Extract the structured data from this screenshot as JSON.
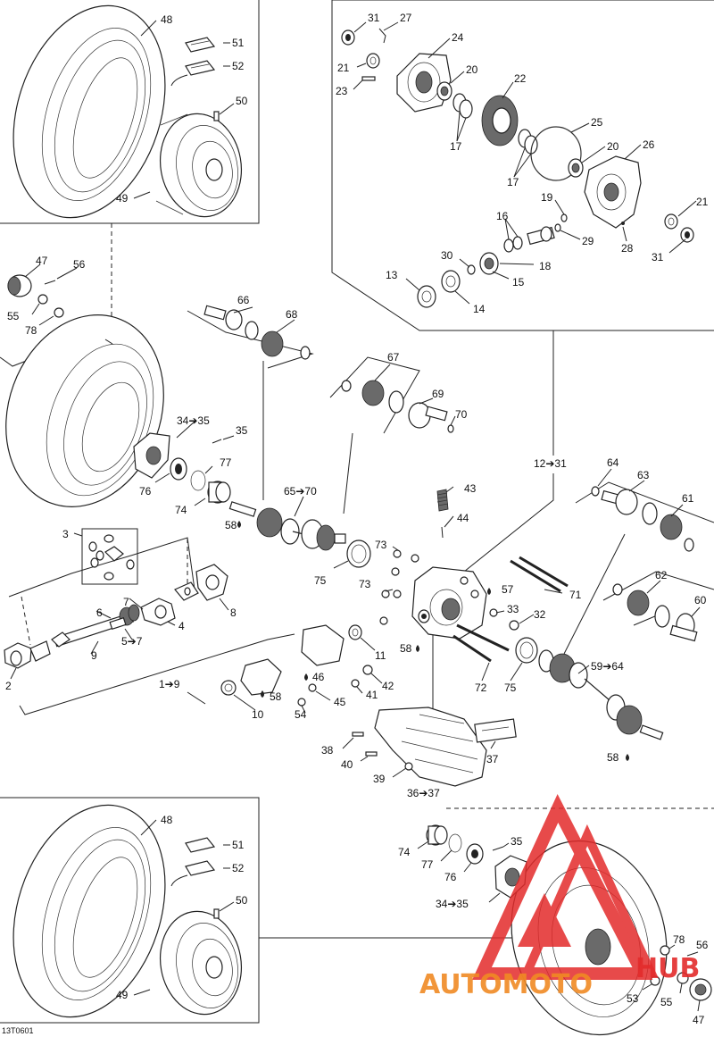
{
  "diagram_code": "13T0601",
  "watermark": {
    "part1": "AUTOMOTO",
    "part2": "HUB",
    "color1": "#f08a24",
    "color2": "#e32b2b"
  },
  "labels": [
    {
      "id": "l48a",
      "text": "48"
    },
    {
      "id": "l51a",
      "text": "51"
    },
    {
      "id": "l52a",
      "text": "52"
    },
    {
      "id": "l50a",
      "text": "50"
    },
    {
      "id": "l49a",
      "text": "49"
    },
    {
      "id": "l31a",
      "text": "31"
    },
    {
      "id": "l27",
      "text": "27"
    },
    {
      "id": "l24",
      "text": "24"
    },
    {
      "id": "l21a",
      "text": "21"
    },
    {
      "id": "l20a",
      "text": "20"
    },
    {
      "id": "l23",
      "text": "23"
    },
    {
      "id": "l22",
      "text": "22"
    },
    {
      "id": "l17a",
      "text": "17"
    },
    {
      "id": "l25",
      "text": "25"
    },
    {
      "id": "l20b",
      "text": "20"
    },
    {
      "id": "l26",
      "text": "26"
    },
    {
      "id": "l17b",
      "text": "17"
    },
    {
      "id": "l19",
      "text": "19"
    },
    {
      "id": "l21b",
      "text": "21"
    },
    {
      "id": "l16",
      "text": "16"
    },
    {
      "id": "l29",
      "text": "29"
    },
    {
      "id": "l28",
      "text": "28"
    },
    {
      "id": "l31b",
      "text": "31"
    },
    {
      "id": "l30",
      "text": "30"
    },
    {
      "id": "l18",
      "text": "18"
    },
    {
      "id": "l13",
      "text": "13"
    },
    {
      "id": "l15",
      "text": "15"
    },
    {
      "id": "l14",
      "text": "14"
    },
    {
      "id": "l47a",
      "text": "47"
    },
    {
      "id": "l56a",
      "text": "56"
    },
    {
      "id": "l55a",
      "text": "55"
    },
    {
      "id": "l78a",
      "text": "78"
    },
    {
      "id": "l66",
      "text": "66"
    },
    {
      "id": "l68",
      "text": "68"
    },
    {
      "id": "l67",
      "text": "67"
    },
    {
      "id": "l69",
      "text": "69"
    },
    {
      "id": "l70",
      "text": "70"
    },
    {
      "id": "l34a",
      "text": "34➔35"
    },
    {
      "id": "l35a",
      "text": "35"
    },
    {
      "id": "l77a",
      "text": "77"
    },
    {
      "id": "l76a",
      "text": "76"
    },
    {
      "id": "l74a",
      "text": "74"
    },
    {
      "id": "l58a",
      "text": "58"
    },
    {
      "id": "l65",
      "text": "65➔70"
    },
    {
      "id": "l12",
      "text": "12➔31"
    },
    {
      "id": "l64",
      "text": "64"
    },
    {
      "id": "l63",
      "text": "63"
    },
    {
      "id": "l61",
      "text": "61"
    },
    {
      "id": "l43",
      "text": "43"
    },
    {
      "id": "l44",
      "text": "44"
    },
    {
      "id": "l3",
      "text": "3"
    },
    {
      "id": "l75a",
      "text": "75"
    },
    {
      "id": "l73a",
      "text": "73"
    },
    {
      "id": "l73b",
      "text": "73"
    },
    {
      "id": "l57",
      "text": "57"
    },
    {
      "id": "l71",
      "text": "71"
    },
    {
      "id": "l62",
      "text": "62"
    },
    {
      "id": "l60",
      "text": "60"
    },
    {
      "id": "l7",
      "text": "7"
    },
    {
      "id": "l8",
      "text": "8"
    },
    {
      "id": "l6",
      "text": "6"
    },
    {
      "id": "l4",
      "text": "4"
    },
    {
      "id": "l5",
      "text": "5➔7"
    },
    {
      "id": "l33",
      "text": "33"
    },
    {
      "id": "l32",
      "text": "32"
    },
    {
      "id": "l9",
      "text": "9"
    },
    {
      "id": "l11",
      "text": "11"
    },
    {
      "id": "l58b",
      "text": "58"
    },
    {
      "id": "l59",
      "text": "59➔64"
    },
    {
      "id": "l2",
      "text": "2"
    },
    {
      "id": "l1",
      "text": "1➔9"
    },
    {
      "id": "l46",
      "text": "46"
    },
    {
      "id": "l42",
      "text": "42"
    },
    {
      "id": "l72",
      "text": "72"
    },
    {
      "id": "l75b",
      "text": "75"
    },
    {
      "id": "l58c",
      "text": "58"
    },
    {
      "id": "l45",
      "text": "45"
    },
    {
      "id": "l41",
      "text": "41"
    },
    {
      "id": "l10",
      "text": "10"
    },
    {
      "id": "l54",
      "text": "54"
    },
    {
      "id": "l58d",
      "text": "58"
    },
    {
      "id": "l38",
      "text": "38"
    },
    {
      "id": "l37",
      "text": "37"
    },
    {
      "id": "l40",
      "text": "40"
    },
    {
      "id": "l39",
      "text": "39"
    },
    {
      "id": "l36",
      "text": "36➔37"
    },
    {
      "id": "l48b",
      "text": "48"
    },
    {
      "id": "l51b",
      "text": "51"
    },
    {
      "id": "l52b",
      "text": "52"
    },
    {
      "id": "l50b",
      "text": "50"
    },
    {
      "id": "l49b",
      "text": "49"
    },
    {
      "id": "l74b",
      "text": "74"
    },
    {
      "id": "l35b",
      "text": "35"
    },
    {
      "id": "l77b",
      "text": "77"
    },
    {
      "id": "l76b",
      "text": "76"
    },
    {
      "id": "l34b",
      "text": "34➔35"
    },
    {
      "id": "l78b",
      "text": "78"
    },
    {
      "id": "l56b",
      "text": "56"
    },
    {
      "id": "l53",
      "text": "53"
    },
    {
      "id": "l55b",
      "text": "55"
    },
    {
      "id": "l47b",
      "text": "47"
    }
  ]
}
